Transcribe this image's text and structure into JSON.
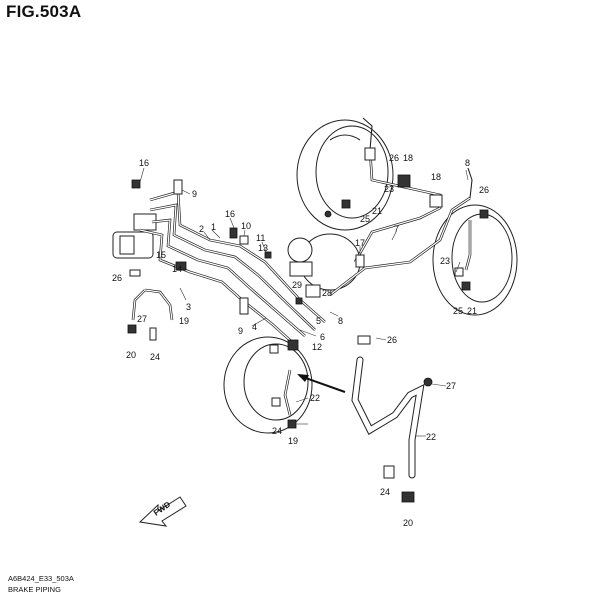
{
  "header": {
    "title": "FIG.503A"
  },
  "footer": {
    "code": "A6B424_E33_503A",
    "caption": "BRAKE PIPING"
  },
  "fwd_label": "FWD",
  "callouts": [
    {
      "text": "16"
    },
    {
      "text": "9"
    },
    {
      "text": "2"
    },
    {
      "text": "1"
    },
    {
      "text": "16"
    },
    {
      "text": "10"
    },
    {
      "text": "11"
    },
    {
      "text": "13"
    },
    {
      "text": "15"
    },
    {
      "text": "14"
    },
    {
      "text": "26"
    },
    {
      "text": "3"
    },
    {
      "text": "27"
    },
    {
      "text": "19"
    },
    {
      "text": "20"
    },
    {
      "text": "24"
    },
    {
      "text": "9"
    },
    {
      "text": "4"
    },
    {
      "text": "5"
    },
    {
      "text": "6"
    },
    {
      "text": "12"
    },
    {
      "text": "29"
    },
    {
      "text": "28"
    },
    {
      "text": "8"
    },
    {
      "text": "17"
    },
    {
      "text": "7"
    },
    {
      "text": "26"
    },
    {
      "text": "18"
    },
    {
      "text": "23"
    },
    {
      "text": "21"
    },
    {
      "text": "25"
    },
    {
      "text": "18"
    },
    {
      "text": "8"
    },
    {
      "text": "26"
    },
    {
      "text": "23"
    },
    {
      "text": "25"
    },
    {
      "text": "21"
    },
    {
      "text": "26"
    },
    {
      "text": "27"
    },
    {
      "text": "22"
    },
    {
      "text": "24"
    },
    {
      "text": "19"
    },
    {
      "text": "22"
    },
    {
      "text": "24"
    },
    {
      "text": "20"
    }
  ]
}
